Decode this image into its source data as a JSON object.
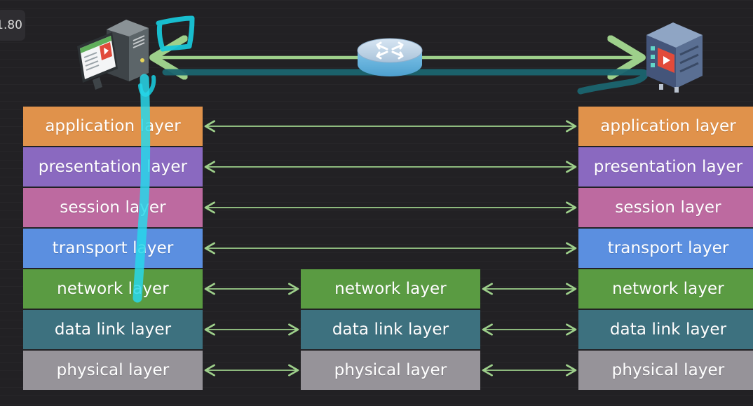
{
  "playback": {
    "speed": "1.80"
  },
  "layers": {
    "left": [
      {
        "key": "application",
        "label": "application layer"
      },
      {
        "key": "presentation",
        "label": "presentation layer"
      },
      {
        "key": "session",
        "label": "session layer"
      },
      {
        "key": "transport",
        "label": "transport layer"
      },
      {
        "key": "network",
        "label": "network layer"
      },
      {
        "key": "datalink",
        "label": "data link layer"
      },
      {
        "key": "physical",
        "label": "physical layer"
      }
    ],
    "middle": [
      {
        "key": "network",
        "label": "network layer"
      },
      {
        "key": "datalink",
        "label": "data link layer"
      },
      {
        "key": "physical",
        "label": "physical layer"
      }
    ],
    "right": [
      {
        "key": "application",
        "label": "application layer"
      },
      {
        "key": "presentation",
        "label": "presentation layer"
      },
      {
        "key": "session",
        "label": "session layer"
      },
      {
        "key": "transport",
        "label": "transport layer"
      },
      {
        "key": "network",
        "label": "network layer"
      },
      {
        "key": "datalink",
        "label": "data link layer"
      },
      {
        "key": "physical",
        "label": "physical layer"
      }
    ]
  },
  "icons": {
    "client": "desktop-computer-icon",
    "router": "router-icon",
    "server": "video-server-icon"
  },
  "colors": {
    "background": "#222124",
    "application": "#e0924b",
    "presentation": "#8a69c0",
    "session": "#bd6aa0",
    "transport": "#5b8fe0",
    "network": "#5a9b42",
    "data_link": "#3d717f",
    "physical": "#969399",
    "arrow": "#9ed08b",
    "annotation_cyan": "#28d7ea",
    "annotation_teal": "#1b6570"
  }
}
